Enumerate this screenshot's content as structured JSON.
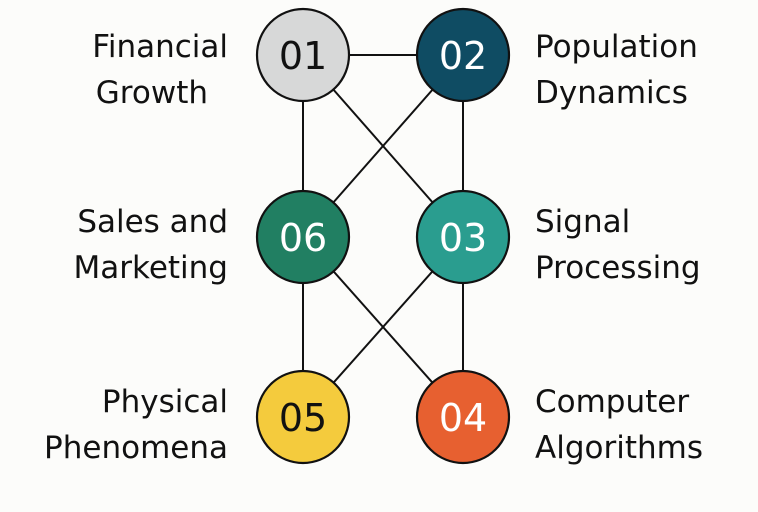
{
  "diagram": {
    "nodes": [
      {
        "id": "01",
        "number": "01",
        "label_lines": [
          "Financial",
          "Growth"
        ],
        "side": "left",
        "row": 0,
        "col": 0,
        "fill": "#d7d8d8",
        "text_color": "#111111"
      },
      {
        "id": "02",
        "number": "02",
        "label_lines": [
          "Population",
          "Dynamics"
        ],
        "side": "right",
        "row": 0,
        "col": 1,
        "fill": "#0f4c63",
        "text_color": "#ffffff"
      },
      {
        "id": "06",
        "number": "06",
        "label_lines": [
          "Sales and",
          "Marketing"
        ],
        "side": "left",
        "row": 1,
        "col": 0,
        "fill": "#217f62",
        "text_color": "#ffffff"
      },
      {
        "id": "03",
        "number": "03",
        "label_lines": [
          "Signal",
          "Processing"
        ],
        "side": "right",
        "row": 1,
        "col": 1,
        "fill": "#2a9d8f",
        "text_color": "#ffffff"
      },
      {
        "id": "05",
        "number": "05",
        "label_lines": [
          "Physical",
          "Phenomena"
        ],
        "side": "left",
        "row": 2,
        "col": 0,
        "fill": "#f4cb3d",
        "text_color": "#111111"
      },
      {
        "id": "04",
        "number": "04",
        "label_lines": [
          "Computer",
          "Algorithms"
        ],
        "side": "right",
        "row": 2,
        "col": 1,
        "fill": "#e76030",
        "text_color": "#ffffff"
      }
    ],
    "edges": [
      [
        "01",
        "02"
      ],
      [
        "01",
        "06"
      ],
      [
        "01",
        "03"
      ],
      [
        "02",
        "06"
      ],
      [
        "02",
        "03"
      ],
      [
        "06",
        "05"
      ],
      [
        "06",
        "04"
      ],
      [
        "03",
        "05"
      ],
      [
        "03",
        "04"
      ]
    ],
    "stroke_color": "#111111",
    "background": "#fcfcfa"
  }
}
